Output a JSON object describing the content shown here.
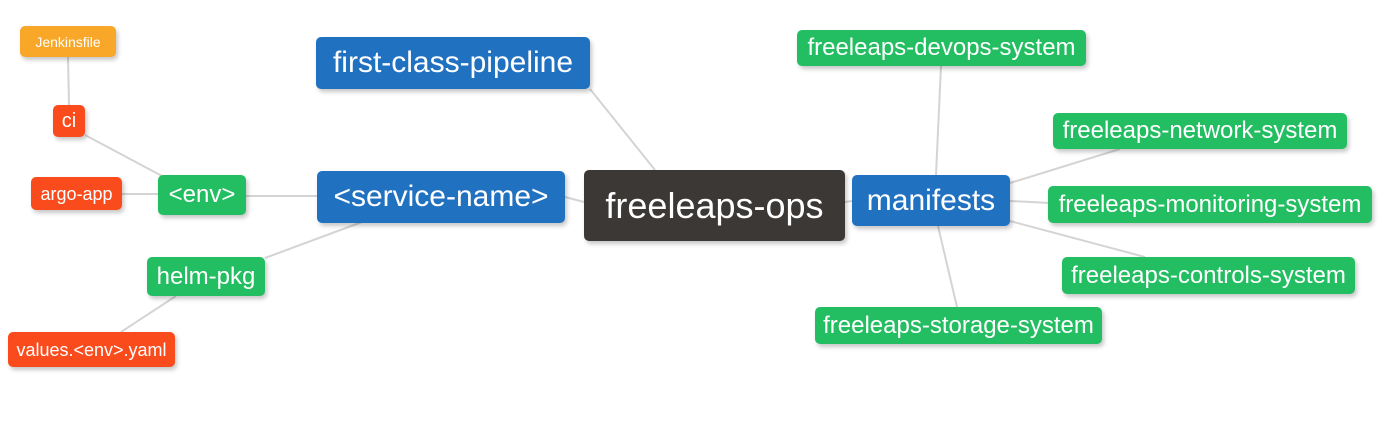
{
  "diagram": {
    "type": "mindmap",
    "background": "#FFFFFF",
    "edge_color": "#D4D4D4",
    "palette": {
      "root_bg": "#3B3836",
      "branch_bg": "#2171C1",
      "green_bg": "#24BE62",
      "red_bg": "#FA4B1D",
      "amber_bg": "#F8A729",
      "text": "#FFFFFF"
    },
    "nodes": {
      "freeleaps_ops": {
        "label": "freeleaps-ops",
        "role": "root"
      },
      "first_class_pipeline": {
        "label": "first-class-pipeline",
        "role": "branch"
      },
      "service_name": {
        "label": "<service-name>",
        "role": "branch"
      },
      "manifests": {
        "label": "manifests",
        "role": "branch"
      },
      "env": {
        "label": "<env>",
        "role": "sub-branch"
      },
      "helm_pkg": {
        "label": "helm-pkg",
        "role": "sub-branch"
      },
      "ci": {
        "label": "ci",
        "role": "leaf"
      },
      "argo_app": {
        "label": "argo-app",
        "role": "leaf"
      },
      "values_env_yaml": {
        "label": "values.<env>.yaml",
        "role": "leaf"
      },
      "jenkinsfile": {
        "label": "Jenkinsfile",
        "role": "leaf"
      },
      "devops_system": {
        "label": "freeleaps-devops-system",
        "role": "sub-branch"
      },
      "network_system": {
        "label": "freeleaps-network-system",
        "role": "sub-branch"
      },
      "monitoring_system": {
        "label": "freeleaps-monitoring-system",
        "role": "sub-branch"
      },
      "controls_system": {
        "label": "freeleaps-controls-system",
        "role": "sub-branch"
      },
      "storage_system": {
        "label": "freeleaps-storage-system",
        "role": "sub-branch"
      }
    },
    "edges": [
      {
        "from": "jenkinsfile",
        "to": "ci"
      },
      {
        "from": "ci",
        "to": "env"
      },
      {
        "from": "argo_app",
        "to": "env"
      },
      {
        "from": "env",
        "to": "service_name"
      },
      {
        "from": "helm_pkg",
        "to": "service_name"
      },
      {
        "from": "values_env_yaml",
        "to": "helm_pkg"
      },
      {
        "from": "service_name",
        "to": "freeleaps_ops"
      },
      {
        "from": "first_class_pipeline",
        "to": "freeleaps_ops"
      },
      {
        "from": "freeleaps_ops",
        "to": "manifests"
      },
      {
        "from": "manifests",
        "to": "devops_system"
      },
      {
        "from": "manifests",
        "to": "network_system"
      },
      {
        "from": "manifests",
        "to": "monitoring_system"
      },
      {
        "from": "manifests",
        "to": "controls_system"
      },
      {
        "from": "manifests",
        "to": "storage_system"
      }
    ]
  }
}
